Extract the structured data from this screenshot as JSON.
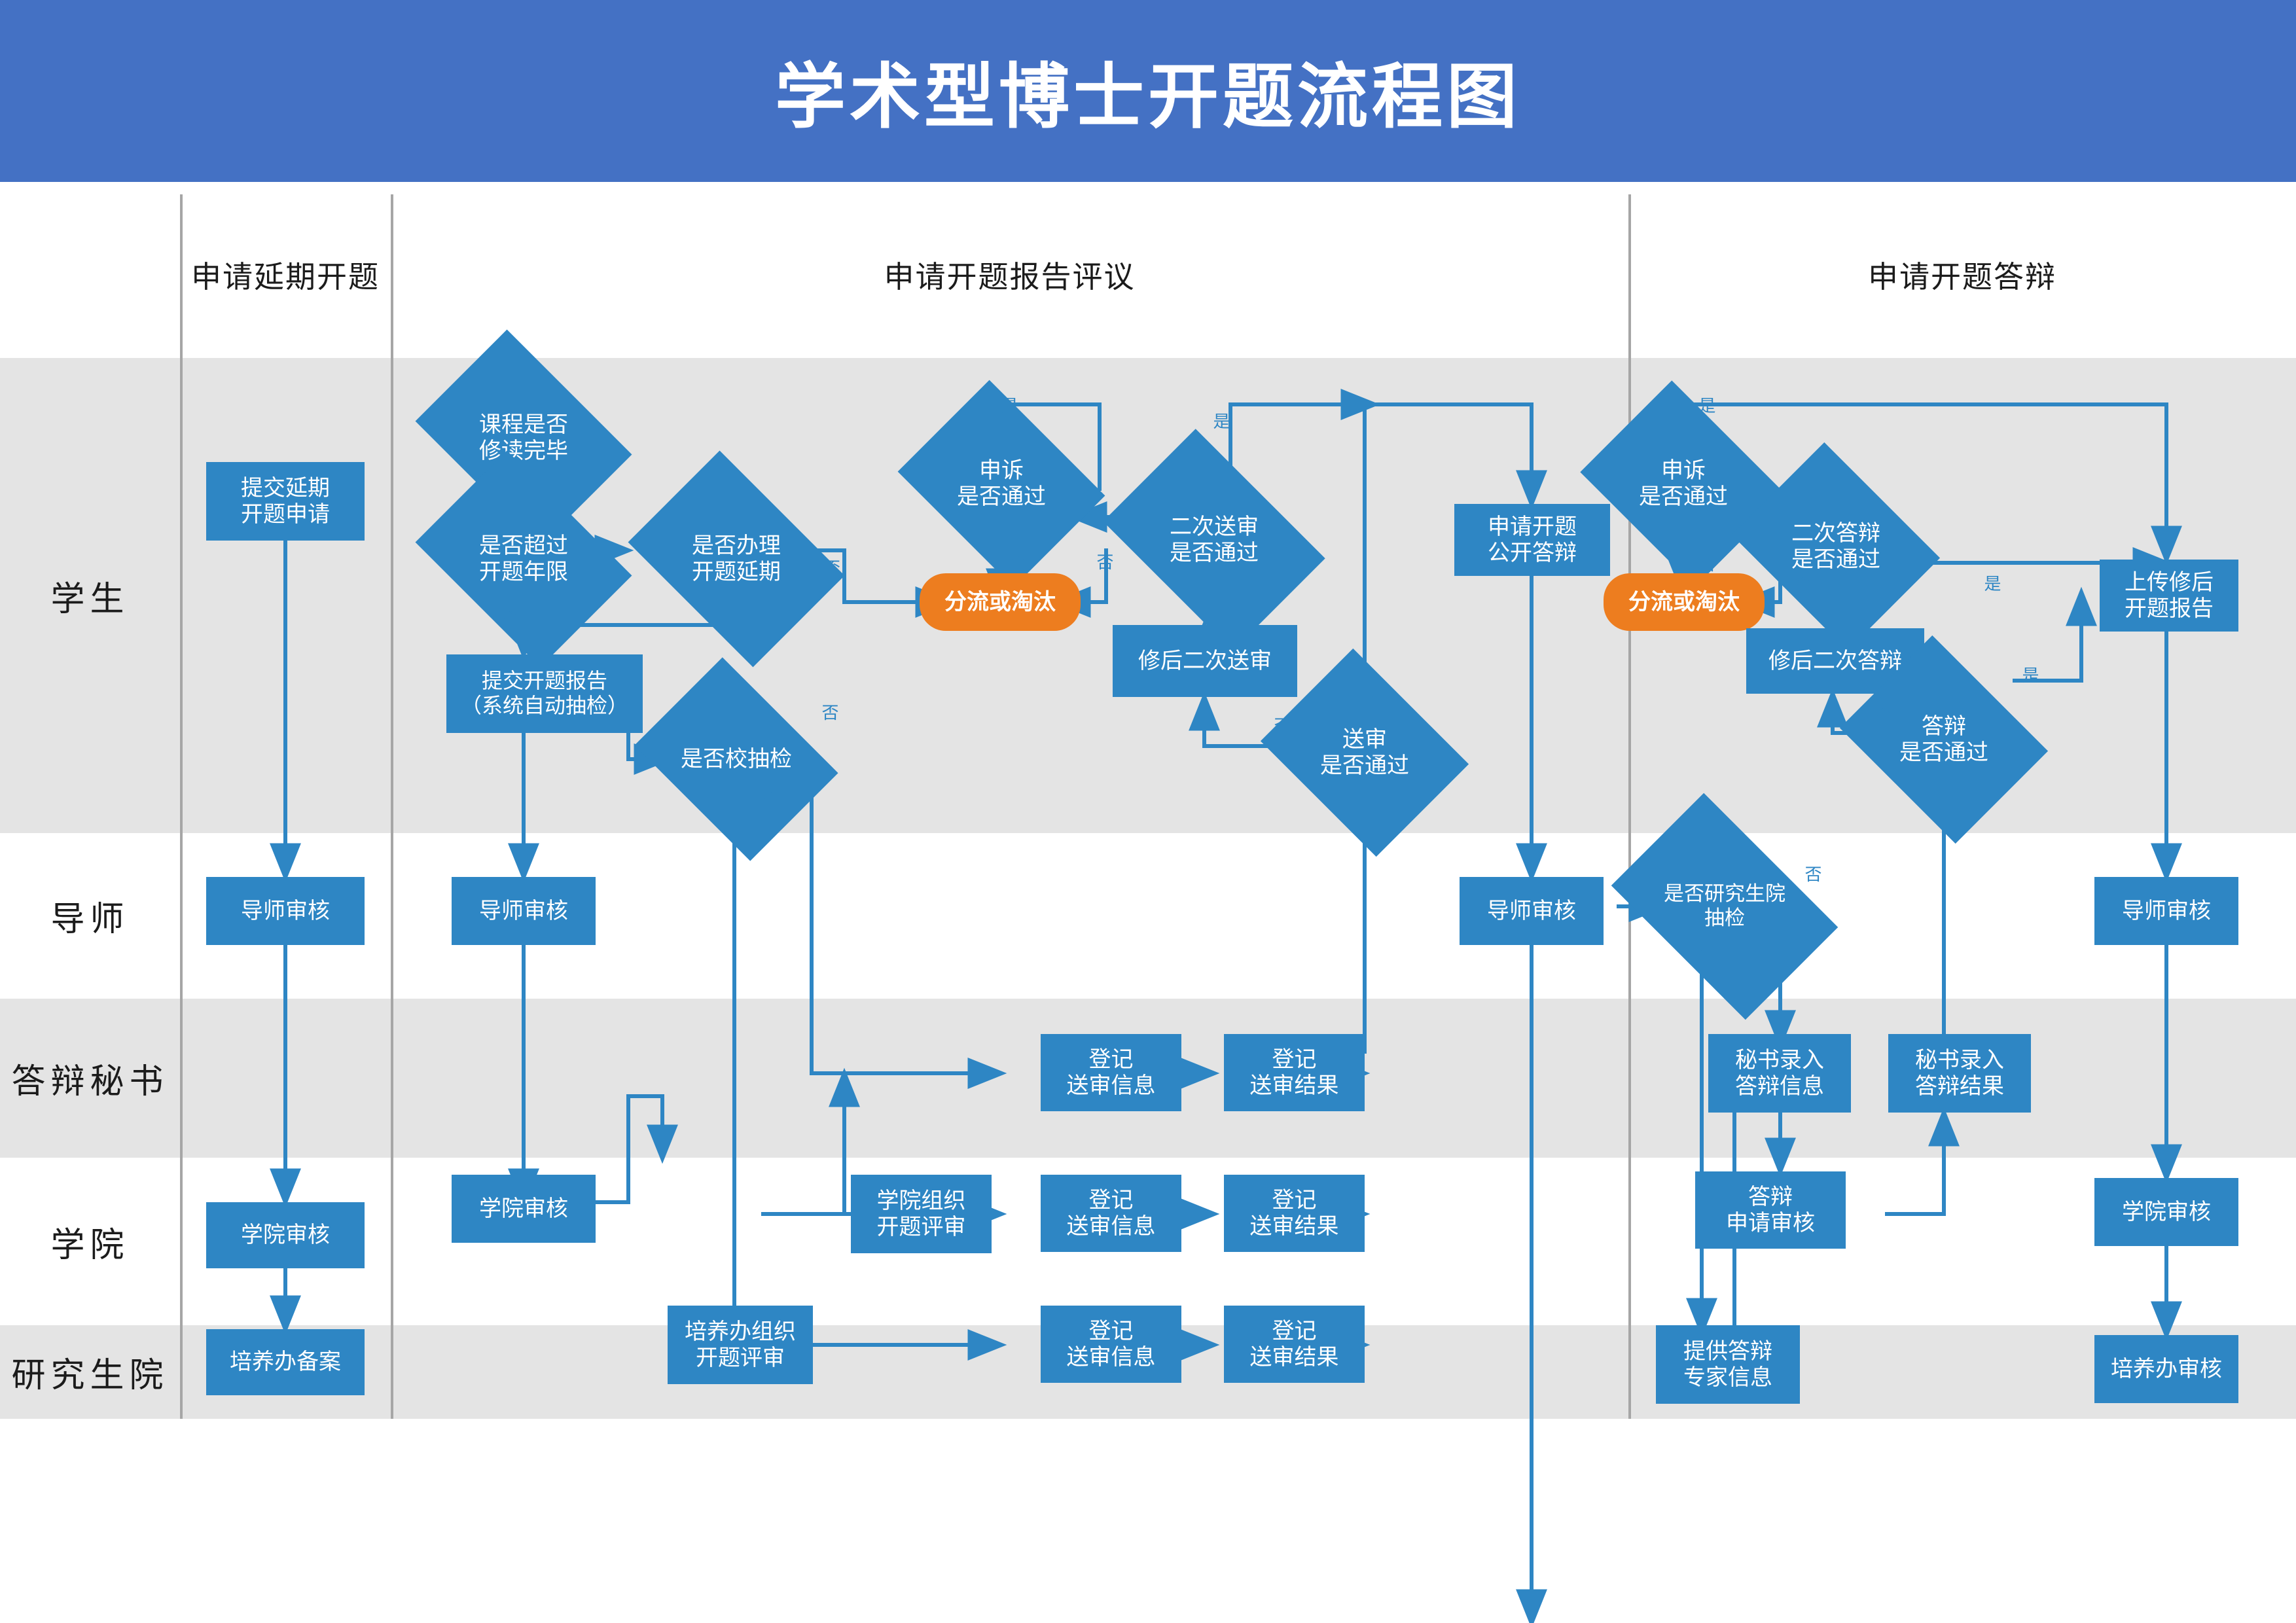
{
  "header": {
    "title": "学术型博士开题流程图"
  },
  "colors": {
    "banner": "#4471C4",
    "node": "#2E86C4",
    "highlight": "#ED7D1F",
    "band_shaded": "#E4E4E4",
    "band_plain": "#FFFFFF",
    "divider": "#A6A6A6"
  },
  "columns": [
    {
      "id": "col-delay",
      "label": "申请延期开题"
    },
    {
      "id": "col-review",
      "label": "申请开题报告评议"
    },
    {
      "id": "col-defense",
      "label": "申请开题答辩"
    }
  ],
  "rows": [
    {
      "id": "row-student",
      "label": "学生"
    },
    {
      "id": "row-advisor",
      "label": "导师"
    },
    {
      "id": "row-secretary",
      "label": "答辩秘书"
    },
    {
      "id": "row-college",
      "label": "学院"
    },
    {
      "id": "row-gradschool",
      "label": "研究生院"
    }
  ],
  "edge_labels": {
    "yes": "是",
    "no": "否"
  },
  "nodes": {
    "n1": {
      "text": "提交延期\n开题申请",
      "shape": "rect",
      "row": "row-student",
      "column": "col-delay"
    },
    "n2": {
      "text": "导师审核",
      "shape": "rect",
      "row": "row-advisor",
      "column": "col-delay"
    },
    "n3": {
      "text": "学院审核",
      "shape": "rect",
      "row": "row-college",
      "column": "col-delay"
    },
    "n4": {
      "text": "培养办备案",
      "shape": "rect",
      "row": "row-gradschool",
      "column": "col-delay"
    },
    "n5": {
      "text": "课程是否\n修读完毕",
      "shape": "diamond",
      "row": "row-student",
      "column": "col-review"
    },
    "n6": {
      "text": "是否超过\n开题年限",
      "shape": "diamond",
      "row": "row-student",
      "column": "col-review"
    },
    "n7": {
      "text": "是否办理\n开题延期",
      "shape": "diamond",
      "row": "row-student",
      "column": "col-review"
    },
    "n8": {
      "text": "提交开题报告\n（系统自动抽检）",
      "shape": "rect",
      "row": "row-student",
      "column": "col-review"
    },
    "n9": {
      "text": "是否校抽检",
      "shape": "diamond",
      "row": "row-student",
      "column": "col-review"
    },
    "n10": {
      "text": "申诉\n是否通过",
      "shape": "diamond",
      "row": "row-student",
      "column": "col-review"
    },
    "n11": {
      "text": "分流或淘汰",
      "shape": "pill",
      "row": "row-student",
      "column": "col-review"
    },
    "n12": {
      "text": "二次送审\n是否通过",
      "shape": "diamond",
      "row": "row-student",
      "column": "col-review"
    },
    "n13": {
      "text": "修后二次送审",
      "shape": "rect",
      "row": "row-student",
      "column": "col-review"
    },
    "n14": {
      "text": "送审\n是否通过",
      "shape": "diamond",
      "row": "row-student",
      "column": "col-review"
    },
    "n15": {
      "text": "申请开题\n公开答辩",
      "shape": "rect",
      "row": "row-student",
      "column": "col-review"
    },
    "n16": {
      "text": "导师审核",
      "shape": "rect",
      "row": "row-advisor",
      "column": "col-review"
    },
    "n17": {
      "text": "导师审核",
      "shape": "rect",
      "row": "row-advisor",
      "column": "col-review"
    },
    "n18": {
      "text": "登记\n送审信息",
      "shape": "rect",
      "row": "row-secretary",
      "column": "col-review"
    },
    "n19": {
      "text": "登记\n送审结果",
      "shape": "rect",
      "row": "row-secretary",
      "column": "col-review"
    },
    "n20": {
      "text": "学院审核",
      "shape": "rect",
      "row": "row-college",
      "column": "col-review"
    },
    "n21": {
      "text": "学院组织\n开题评审",
      "shape": "rect",
      "row": "row-college",
      "column": "col-review"
    },
    "n22": {
      "text": "登记\n送审信息",
      "shape": "rect",
      "row": "row-college",
      "column": "col-review"
    },
    "n23": {
      "text": "登记\n送审结果",
      "shape": "rect",
      "row": "row-college",
      "column": "col-review"
    },
    "n24": {
      "text": "培养办组织\n开题评审",
      "shape": "rect",
      "row": "row-gradschool",
      "column": "col-review"
    },
    "n25": {
      "text": "登记\n送审信息",
      "shape": "rect",
      "row": "row-gradschool",
      "column": "col-review"
    },
    "n26": {
      "text": "登记\n送审结果",
      "shape": "rect",
      "row": "row-gradschool",
      "column": "col-review"
    },
    "n27": {
      "text": "申诉\n是否通过",
      "shape": "diamond",
      "row": "row-student",
      "column": "col-defense"
    },
    "n28": {
      "text": "分流或淘汰",
      "shape": "pill",
      "row": "row-student",
      "column": "col-defense"
    },
    "n29": {
      "text": "二次答辩\n是否通过",
      "shape": "diamond",
      "row": "row-student",
      "column": "col-defense"
    },
    "n30": {
      "text": "修后二次答辩",
      "shape": "rect",
      "row": "row-student",
      "column": "col-defense"
    },
    "n31": {
      "text": "答辩\n是否通过",
      "shape": "diamond",
      "row": "row-student",
      "column": "col-defense"
    },
    "n32": {
      "text": "上传修后\n开题报告",
      "shape": "rect",
      "row": "row-student",
      "column": "col-defense"
    },
    "n33": {
      "text": "是否研究生院\n抽检",
      "shape": "diamond",
      "row": "row-advisor",
      "column": "col-defense"
    },
    "n34": {
      "text": "导师审核",
      "shape": "rect",
      "row": "row-advisor",
      "column": "col-defense"
    },
    "n35": {
      "text": "秘书录入\n答辩信息",
      "shape": "rect",
      "row": "row-secretary",
      "column": "col-defense"
    },
    "n36": {
      "text": "秘书录入\n答辩结果",
      "shape": "rect",
      "row": "row-secretary",
      "column": "col-defense"
    },
    "n37": {
      "text": "答辩\n申请审核",
      "shape": "rect",
      "row": "row-college",
      "column": "col-defense"
    },
    "n38": {
      "text": "学院审核",
      "shape": "rect",
      "row": "row-college",
      "column": "col-defense"
    },
    "n39": {
      "text": "提供答辩\n专家信息",
      "shape": "rect",
      "row": "row-gradschool",
      "column": "col-defense"
    },
    "n40": {
      "text": "培养办审核",
      "shape": "rect",
      "row": "row-gradschool",
      "column": "col-defense"
    }
  }
}
